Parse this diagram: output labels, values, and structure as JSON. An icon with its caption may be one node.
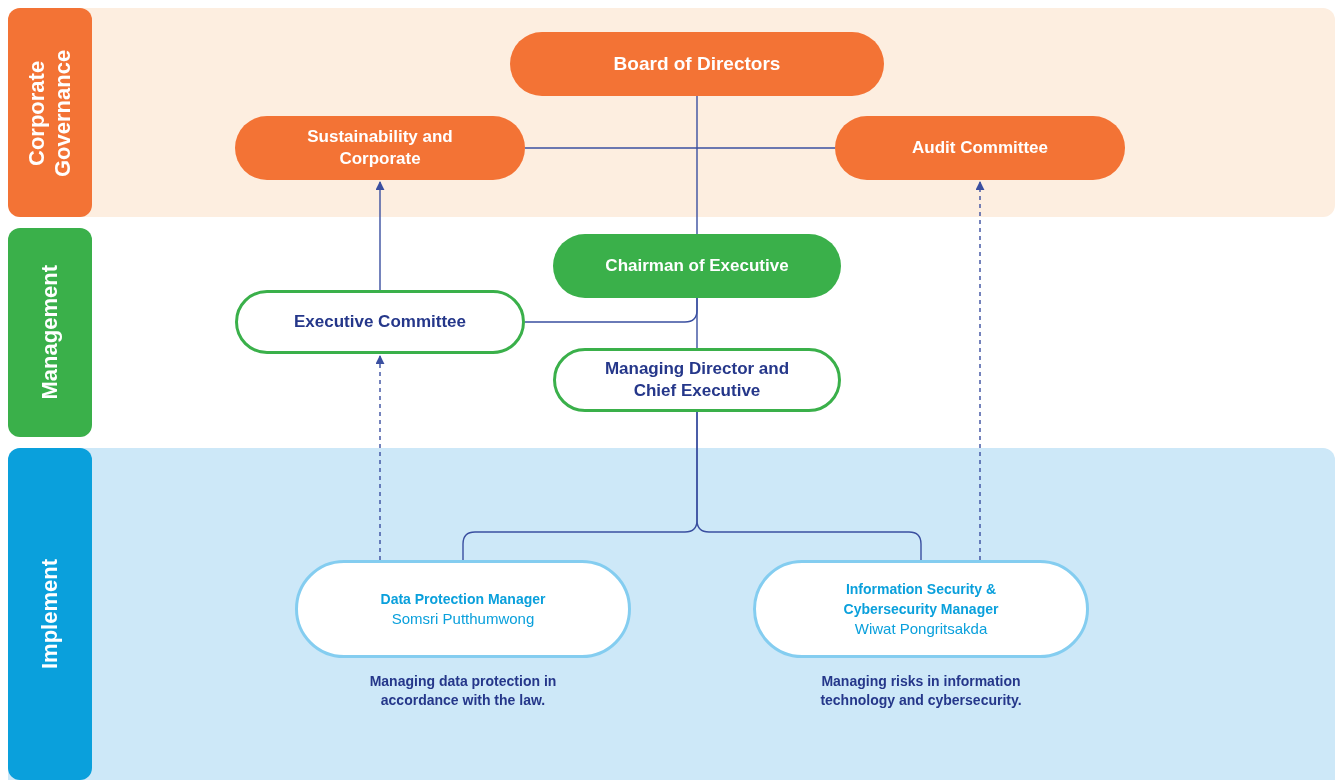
{
  "diagram": {
    "nodes": [
      {
        "text": [
          "Corporate Governance"
        ]
      },
      {
        "text": [
          "Board of Directors"
        ],
        "in": 0
      },
      {
        "text": [
          "Sustainability and Corporate"
        ],
        "in": 0
      },
      {
        "text": [
          "Audit Committee"
        ],
        "in": 0
      },
      {
        "text": [
          "Management"
        ]
      },
      {
        "text": [
          "Chairman of Executive"
        ],
        "in": 4
      },
      {
        "text": [
          "Executive Committee"
        ],
        "in": 4
      },
      {
        "text": [
          "Managing Director and Chief Executive"
        ],
        "in": 4
      },
      {
        "text": [
          "Implement"
        ]
      },
      {
        "text": [
          "Data Protection Manager",
          "Somsri Putthumwong"
        ],
        "beside": [
          "Managing data protection in accordance with the law."
        ],
        "in": 8
      },
      {
        "text": [
          "Information Security & Cybersecurity Manager",
          "Wiwat Pongritsakda"
        ],
        "beside": [
          "Managing risks in information technology and cybersecurity."
        ],
        "in": 8
      }
    ],
    "edges": [
      {
        "from": 1,
        "to": 5,
        "arrow": "none"
      },
      {
        "from": 2,
        "to": 3,
        "arrow": "none"
      },
      {
        "from": 6,
        "to": 5,
        "arrow": "none"
      },
      {
        "from": 5,
        "to": 7,
        "arrow": "none"
      },
      {
        "from": 6,
        "to": 2,
        "arrow": "to"
      },
      {
        "from": 9,
        "to": 6,
        "arrow": "to",
        "style": "dashed"
      },
      {
        "from": 10,
        "to": 3,
        "arrow": "to",
        "style": "dashed"
      },
      {
        "from": 7,
        "to": 9,
        "arrow": "none"
      },
      {
        "from": 7,
        "to": 10,
        "arrow": "none"
      }
    ]
  }
}
